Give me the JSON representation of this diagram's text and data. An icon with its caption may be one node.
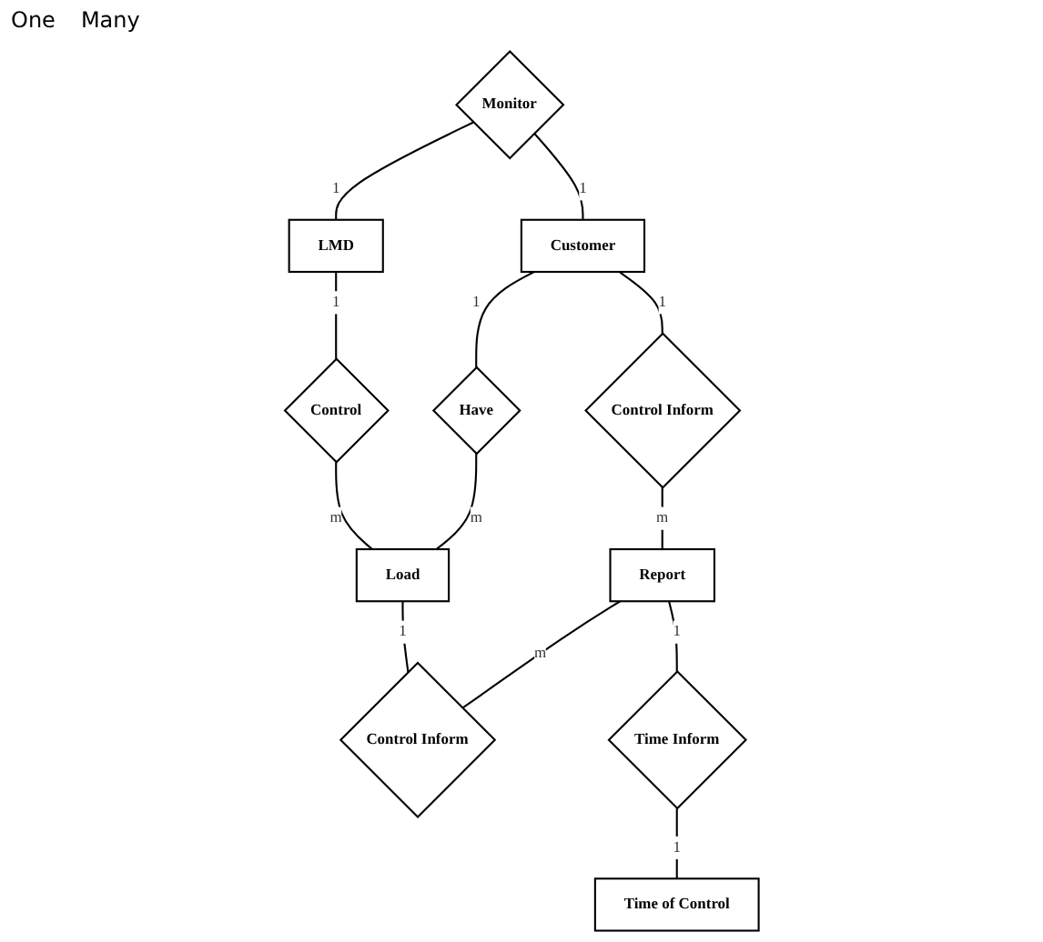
{
  "diagram": {
    "nodes": [
      {
        "text": [
          "Monitor"
        ]
      },
      {
        "text": [
          "LMD"
        ]
      },
      {
        "text": [
          "Control"
        ]
      },
      {
        "text": [
          "Customer"
        ]
      },
      {
        "text": [
          "Have"
        ]
      },
      {
        "text": [
          "Load"
        ]
      },
      {
        "text": [
          "Control Inform"
        ]
      },
      {
        "text": [
          "Report"
        ]
      },
      {
        "text": [
          "Control Inform"
        ]
      },
      {
        "text": [
          "Time Inform"
        ]
      },
      {
        "text": [
          "Time of Control"
        ]
      }
    ],
    "edges": [
      {
        "from": 0,
        "to": 1,
        "arrow": "none",
        "label": "1"
      },
      {
        "from": 1,
        "to": 2,
        "arrow": "none",
        "label": "1"
      },
      {
        "from": 0,
        "to": 3,
        "arrow": "none",
        "label": "1"
      },
      {
        "from": 2,
        "to": 5,
        "arrow": "none",
        "label": "m"
      },
      {
        "from": 3,
        "to": 4,
        "arrow": "none",
        "label": "1"
      },
      {
        "from": 4,
        "to": 5,
        "arrow": "none",
        "label": "m"
      },
      {
        "from": 3,
        "to": 6,
        "arrow": "none",
        "label": "1"
      },
      {
        "from": 6,
        "to": 7,
        "arrow": "none",
        "label": "m"
      },
      {
        "from": 7,
        "to": 8,
        "arrow": "none",
        "label": "m"
      },
      {
        "from": 5,
        "to": 8,
        "arrow": "none",
        "label": "1"
      },
      {
        "from": 7,
        "to": 9,
        "arrow": "none",
        "label": "1"
      },
      {
        "from": 9,
        "to": 10,
        "arrow": "none",
        "label": "1"
      }
    ],
    "labels": [
      "One",
      "Many"
    ]
  }
}
